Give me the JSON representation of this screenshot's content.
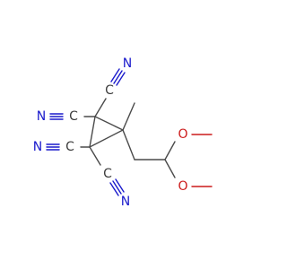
{
  "molecule": {
    "atoms": [
      {
        "id": "c_top_left",
        "label": "C"
      },
      {
        "id": "n_top_left",
        "label": "N"
      },
      {
        "id": "c_top_right",
        "label": "C"
      },
      {
        "id": "n_top_right",
        "label": "N"
      },
      {
        "id": "c_bottom_left",
        "label": "C"
      },
      {
        "id": "n_bottom_left",
        "label": "N"
      },
      {
        "id": "c_bottom_right",
        "label": "C"
      },
      {
        "id": "n_bottom_right",
        "label": "N"
      },
      {
        "id": "o_upper",
        "label": "O"
      },
      {
        "id": "o_lower",
        "label": "O"
      }
    ]
  },
  "colors": {
    "carbon": "#3c3c3c",
    "nitrogen": "#1a1acc",
    "oxygen": "#cc1a1a",
    "bond": "#4a4a4a"
  }
}
